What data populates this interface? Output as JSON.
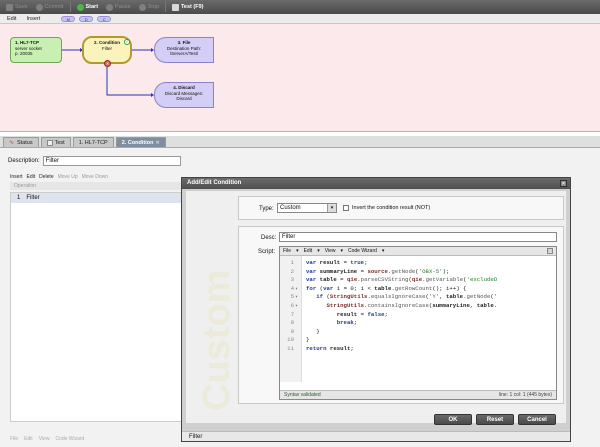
{
  "toolbar": {
    "items": [
      {
        "label": "Save",
        "active": false
      },
      {
        "label": "Commit",
        "active": false
      },
      {
        "label": "Start",
        "active": true
      },
      {
        "label": "Pause",
        "active": false
      },
      {
        "label": "Stop",
        "active": false
      },
      {
        "label": "Test (F9)",
        "active": true
      }
    ]
  },
  "route": {
    "menu": {
      "edit": "Edit",
      "insert": "Insert",
      "pills": [
        "M",
        "D",
        "C"
      ]
    },
    "nodes": {
      "source": {
        "title": "1. HL7-TCP",
        "line1": "server socket",
        "line2": "p. 20035"
      },
      "condition": {
        "title": "2. Condition",
        "line1": "Filter"
      },
      "file": {
        "title": "3. File",
        "line1": "Destination Path:",
        "line2": "/ServerA/Test/"
      },
      "discard": {
        "title": "4. Discard",
        "line1": "Discard Messages:",
        "line2": "Discard"
      }
    },
    "colors": {
      "source": "#c9f0b3",
      "condition": "#faf4bc",
      "destination": "#d4cdf6"
    }
  },
  "tabs": [
    {
      "label": "Status",
      "icon": "heartbeat-icon",
      "active": false,
      "closable": false
    },
    {
      "label": "Test",
      "icon": "test-icon",
      "active": false,
      "closable": false
    },
    {
      "label": "1. HL7-TCP",
      "icon": "",
      "active": false,
      "closable": false
    },
    {
      "label": "2. Condition",
      "icon": "",
      "active": true,
      "closable": true
    }
  ],
  "condition_panel": {
    "description_label": "Description:",
    "description_value": "Filter",
    "ops_toolbar": [
      {
        "label": "Insert",
        "enabled": true
      },
      {
        "label": "Edit",
        "enabled": true
      },
      {
        "label": "Delete",
        "enabled": true
      },
      {
        "label": "Move Up",
        "enabled": false
      },
      {
        "label": "Move Down",
        "enabled": false
      }
    ],
    "ops_header": "Operation",
    "ops_rows": [
      {
        "index": "1",
        "name": "Filter"
      }
    ],
    "bottom_toolbar": [
      "File",
      "Edit",
      "View",
      "Code Wizard"
    ]
  },
  "modal": {
    "title": "Add/Edit Condition",
    "close_glyph": "×",
    "watermark": "Custom",
    "type_label": "Type:",
    "type_value": "Custom",
    "invert_label": "Invert the condition result (NOT)",
    "invert_checked": false,
    "desc_label": "Desc:",
    "desc_value": "Filter",
    "script_label": "Script:",
    "editor_menu": [
      "File",
      "Edit",
      "View",
      "Code Wizard"
    ],
    "code_lines": [
      {
        "n": "1",
        "fold": "",
        "html": "<span class=\"kw\">var</span> <b>result</b> = <span class=\"kw\">true</span>;"
      },
      {
        "n": "2",
        "fold": "",
        "html": "<span class=\"kw\">var</span> <b>summaryLine</b> = <span class=\"obj\">source</span>.<span class=\"fn\">getNode</span>(<span class=\"str\">'OBX-5'</span>);"
      },
      {
        "n": "3",
        "fold": "",
        "html": "<span class=\"kw\">var</span> <b>table</b> = <span class=\"obj\">qie</span>.<span class=\"fn\">parseCSVString</span>(<span class=\"obj\">qie</span>.<span class=\"fn\">getVariable</span>(<span class=\"str\">'excludeD</span>"
      },
      {
        "n": "4",
        "fold": "▾",
        "html": "<span class=\"kw\">for</span> (<span class=\"kw\">var</span> i = 0; i &lt; <b>table</b>.<span class=\"fn\">getRowCount</span>(); i++) {"
      },
      {
        "n": "5",
        "fold": "▾",
        "html": "   <span class=\"kw\">if</span> (<span class=\"obj\">StringUtils</span>.<span class=\"fn\">equalsIgnoreCase</span>(<span class=\"str\">'Y'</span>, <b>table</b>.<span class=\"fn\">getNode</span>(<span class=\"str\">'</span>"
      },
      {
        "n": "6",
        "fold": "▾",
        "html": "      <span class=\"obj\">StringUtils</span>.<span class=\"fn\">containsIgnoreCase</span>(<b>summaryLine</b>, <b>table</b>."
      },
      {
        "n": "7",
        "fold": "",
        "html": "         <b>result</b> = <span class=\"kw\">false</span>;"
      },
      {
        "n": "8",
        "fold": "",
        "html": "         <span class=\"kw\">break</span>;"
      },
      {
        "n": "9",
        "fold": "",
        "html": "   }"
      },
      {
        "n": "10",
        "fold": "",
        "html": "}"
      },
      {
        "n": "11",
        "fold": "",
        "html": "<span class=\"kw\">return</span> <b>result</b>;"
      }
    ],
    "status_left": "Syntax validated",
    "status_right": "line: 1  col: 1  (445 bytes)",
    "ok_label": "OK",
    "reset_label": "Reset",
    "cancel_label": "Cancel",
    "footer": "Filter"
  }
}
